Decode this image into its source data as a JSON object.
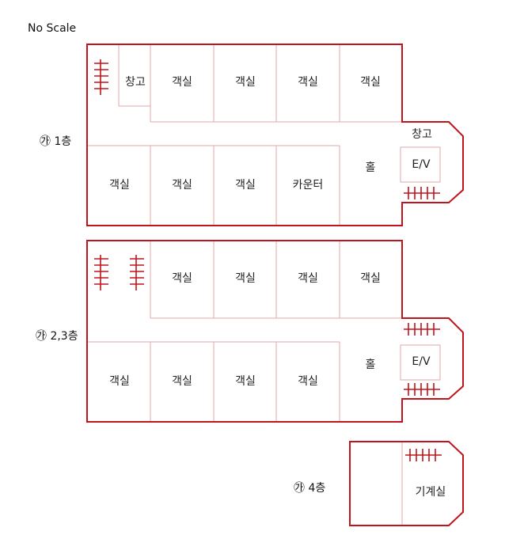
{
  "scale_note": "No Scale",
  "floors": [
    {
      "label": "㉮ 1층",
      "rooms": [
        "창고",
        "객실",
        "객실",
        "객실",
        "객실",
        "창고",
        "객실",
        "객실",
        "객실",
        "카운터",
        "홀",
        "E/V"
      ]
    },
    {
      "label": "㉮ 2,3층",
      "rooms": [
        "객실",
        "객실",
        "객실",
        "객실",
        "객실",
        "객실",
        "객실",
        "객실",
        "홀",
        "E/V"
      ]
    },
    {
      "label": "㉮ 4층",
      "rooms": [
        "기계실"
      ]
    }
  ],
  "colors": {
    "outline": "#c0141c",
    "partition": "#e3a7aa",
    "text": "#222222"
  }
}
